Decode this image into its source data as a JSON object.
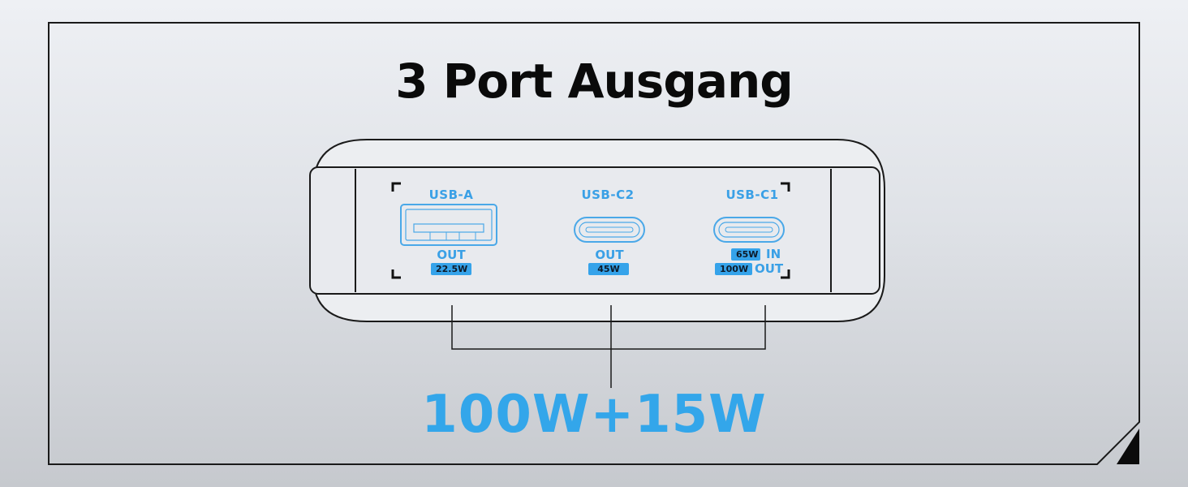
{
  "headline": "3 Port Ausgang",
  "total_output": "100W+15W",
  "ports": [
    {
      "name": "USB-A",
      "type": "usb-a",
      "direction": "OUT",
      "power": "22.5W"
    },
    {
      "name": "USB-C2",
      "type": "usb-c",
      "direction": "OUT",
      "power": "45W"
    },
    {
      "name": "USB-C1",
      "type": "usb-c",
      "input_power": "65W",
      "input_label": "IN",
      "output_power": "100W",
      "output_label": "OUT"
    }
  ],
  "colors": {
    "accent": "#33a6ea",
    "badge": "#35a3ea",
    "text_dark": "#0a0a0a",
    "outline": "#1a1a1a"
  }
}
